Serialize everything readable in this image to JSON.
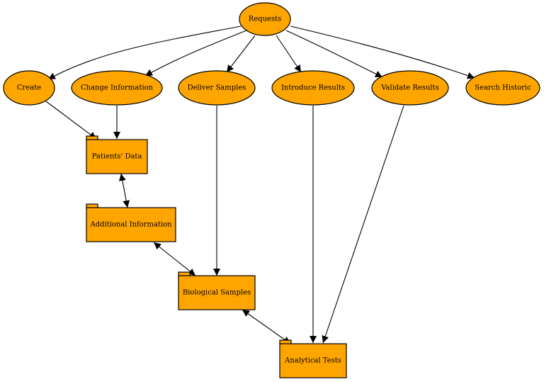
{
  "colors": {
    "node_fill": "#ffa500",
    "stroke": "#000000",
    "background": "#ffffff"
  },
  "nodes": {
    "requests": "Requests",
    "create": "Create",
    "change_information": "Change Information",
    "deliver_samples": "Deliver Samples",
    "introduce_results": "Introduce Results",
    "validate_results": "Validate Results",
    "search_historic": "Search Historic",
    "patients_data": "Patients' Data",
    "additional_information": "Additional Information",
    "biological_samples": "Biological Samples",
    "analytical_tests": "Analytical Tests"
  }
}
